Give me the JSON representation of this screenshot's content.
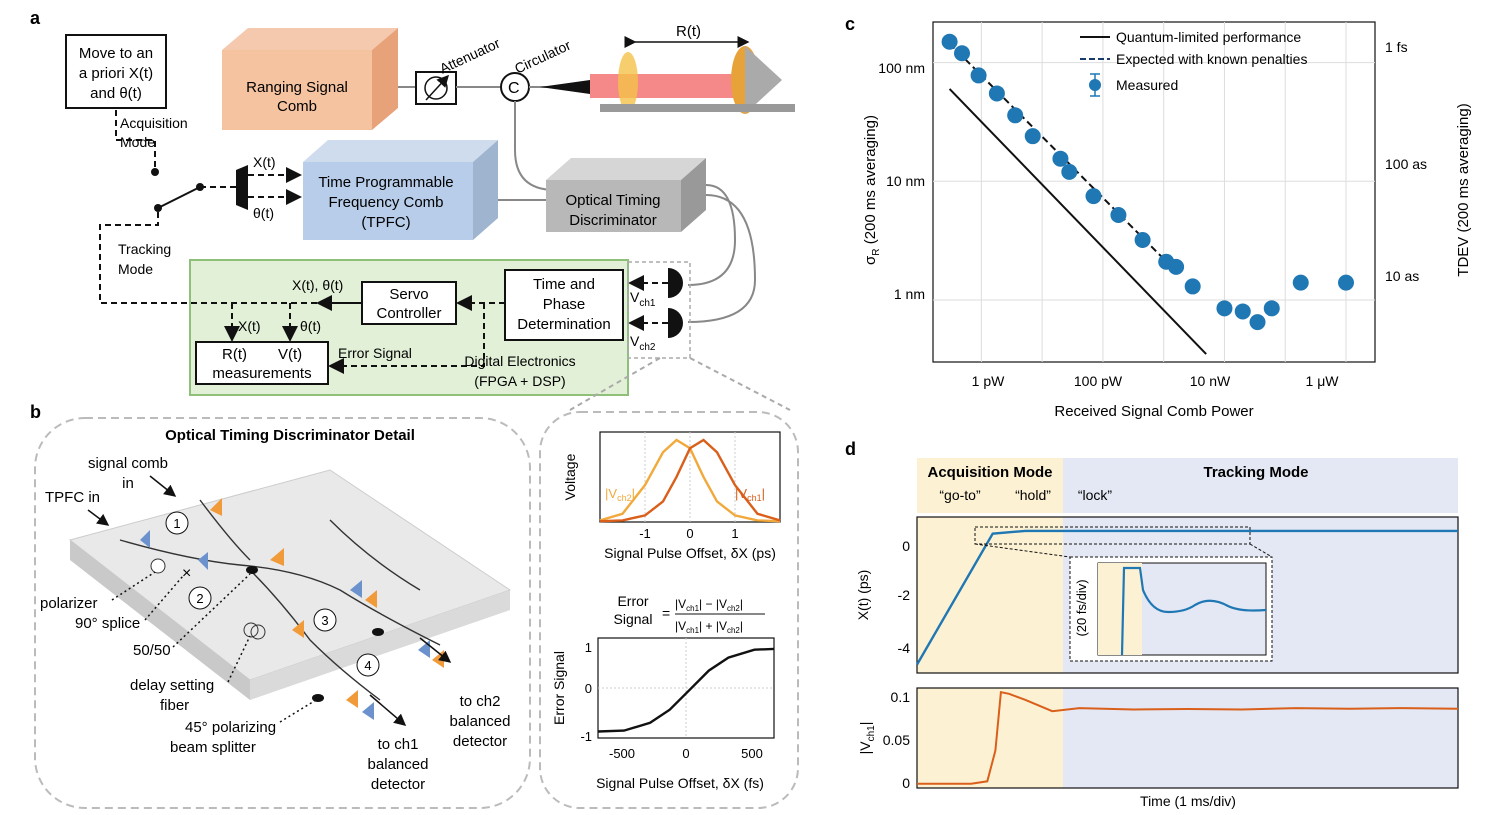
{
  "panels": {
    "a": "a",
    "b": "b",
    "c": "c",
    "d": "d"
  },
  "a": {
    "move_line1": "Move to an",
    "move_line2": "a priori X(t)",
    "move_line3": "and θ(t)",
    "acq1": "Acquisition",
    "acq2": "Mode",
    "track1": "Tracking",
    "track2": "Mode",
    "ranging1": "Ranging Signal",
    "ranging2": "Comb",
    "attenuator": "Attenuator",
    "circulator": "Circulator",
    "range": "R(t)",
    "tpfc1": "Time Programmable",
    "tpfc2": "Frequency Comb",
    "tpfc3": "(TPFC)",
    "otd1": "Optical Timing",
    "otd2": "Discriminator",
    "x": "X(t)",
    "theta": "θ(t)",
    "xtheta": "X(t), θ(t)",
    "servo1": "Servo",
    "servo2": "Controller",
    "tp1": "Time and",
    "tp2": "Phase",
    "tp3": "Determination",
    "vch1": "V",
    "vch1_sub": "ch1",
    "vch2": "V",
    "vch2_sub": "ch2",
    "xt": "X(t)",
    "thetat": "θ(t)",
    "rt": "R(t)",
    "vt": "V(t)",
    "meas": "measurements",
    "error": "Error Signal",
    "de1": "Digital Electronics",
    "de2": "(FPGA + DSP)"
  },
  "b": {
    "title": "Optical Timing Discriminator Detail",
    "signal1": "signal comb",
    "signal2": "in",
    "tpfc_in": "TPFC in",
    "polarizer": "polarizer",
    "splice": "90° splice",
    "fifty": "50/50",
    "delay1": "delay setting",
    "delay2": "fiber",
    "pbs1": "45° polarizing",
    "pbs2": "beam splitter",
    "ch1_1": "to ch1",
    "ch1_2": "balanced",
    "ch1_3": "detector",
    "ch2_1": "to ch2",
    "ch2_2": "balanced",
    "ch2_3": "detector",
    "n1": "1",
    "n2": "2",
    "n3": "3",
    "n4": "4",
    "volt_ylabel": "Voltage",
    "volt_xlabel": "Signal Pulse Offset, δX (ps)",
    "volt_ticks": [
      "-1",
      "0",
      "1"
    ],
    "lab_vch2": "|V",
    "lab_vch2_sub": "ch2",
    "lab_vch1": "|V",
    "lab_vch1_sub": "ch1",
    "err_eq_left1": "Error",
    "err_eq_left2": "Signal",
    "err_num": "|V",
    "err_ylabel": "Error Signal",
    "err_xlabel": "Signal Pulse Offset, δX (fs)",
    "err_xticks": [
      "-500",
      "0",
      "500"
    ],
    "err_yticks": [
      "1",
      "0",
      "-1"
    ]
  },
  "c": {
    "ylabel": "σ",
    "ylabel_sub": "R",
    "ylabel_rest": " (200 ms averaging)",
    "ylabel2": "TDEV (200 ms averaging)",
    "xlabel": "Received Signal Comb Power",
    "yticks": [
      "100 nm",
      "10 nm",
      "1 nm"
    ],
    "y2ticks": [
      "1 fs",
      "100 as",
      "10 as"
    ],
    "xticks": [
      "1 pW",
      "100 pW",
      "10 nW",
      "1 μW"
    ],
    "legend": [
      "Quantum-limited performance",
      "Expected with known penalties",
      "Measured"
    ]
  },
  "d": {
    "acq": "Acquisition Mode",
    "track": "Tracking Mode",
    "goto": "“go-to”",
    "hold": "“hold”",
    "lock": "“lock”",
    "ylabel_top": "X(t) (ps)",
    "ylabel_inset": "(20 fs/div)",
    "ylabel_bot": "|V",
    "ylabel_bot_sub": "ch1",
    "ylabel_bot_end": "|",
    "yticks_top": [
      "0",
      "-2",
      "-4"
    ],
    "yticks_bot": [
      "0.1",
      "0.05",
      "0"
    ],
    "xlabel": "Time (1 ms/div)"
  },
  "colors": {
    "accent": "#1f77b4",
    "orange": "#e8a27a",
    "blue_box": "#b7cdea",
    "green_bg": "#e3f0d8",
    "green_border": "#8fc07a",
    "gray_box": "#b8b8b8",
    "acq_bg": "#fdf1d4",
    "track_bg": "#e3e8f4",
    "vch1_line": "#d95f1a",
    "vch2_line": "#f2a93b"
  },
  "chart_data": [
    {
      "type": "scatter",
      "title": "",
      "xlabel": "Received Signal Comb Power",
      "ylabel": "σR (200 ms averaging)",
      "ylabel_right": "TDEV (200 ms averaging)",
      "x_scale": "log",
      "y_scale": "log",
      "x_unit": "W",
      "xlim": [
        1.6e-13,
        3e-06
      ],
      "ylim": [
        0.3,
        220
      ],
      "series": [
        {
          "name": "Measured",
          "x": [
            3e-13,
            4.8e-13,
            9e-13,
            1.8e-12,
            3.6e-12,
            7e-12,
            2e-11,
            2.8e-11,
            7e-11,
            1.8e-10,
            4.5e-10,
            1.1e-09,
            1.6e-09,
            3e-09,
            1e-08,
            2e-08,
            3.5e-08,
            6e-08,
            1.8e-07,
            1e-06
          ],
          "y": [
            150,
            120,
            78,
            55,
            36,
            24,
            15.5,
            12,
            7.5,
            5.2,
            3.2,
            2.1,
            1.9,
            1.3,
            0.85,
            0.8,
            0.65,
            0.85,
            1.4,
            1.4
          ]
        },
        {
          "name": "Quantum-limited performance",
          "x": [
            3e-13,
            5e-09
          ],
          "y": [
            60,
            0.35
          ]
        },
        {
          "name": "Expected with known penalties",
          "x": [
            3e-13,
            1.5e-09
          ],
          "y": [
            145,
            1.8
          ]
        }
      ]
    },
    {
      "type": "line",
      "xlabel": "Signal Pulse Offset, δX (ps)",
      "ylabel": "Voltage",
      "xlim": [
        -2,
        2
      ],
      "series": [
        {
          "name": "|Vch2|",
          "x": [
            -2,
            -1.5,
            -1,
            -0.6,
            -0.3,
            0,
            0.3,
            0.6,
            1,
            1.5,
            2
          ],
          "y": [
            0.02,
            0.1,
            0.45,
            0.85,
            1,
            0.9,
            0.55,
            0.25,
            0.08,
            0.02,
            0.01
          ]
        },
        {
          "name": "|Vch1|",
          "x": [
            -2,
            -1.5,
            -1,
            -0.6,
            -0.3,
            0,
            0.3,
            0.6,
            1,
            1.5,
            2
          ],
          "y": [
            0.01,
            0.02,
            0.08,
            0.25,
            0.55,
            0.9,
            1,
            0.85,
            0.45,
            0.1,
            0.02
          ]
        }
      ]
    },
    {
      "type": "line",
      "xlabel": "Signal Pulse Offset, δX (fs)",
      "ylabel": "Error Signal",
      "xlim": [
        -700,
        650
      ],
      "ylim": [
        -1.1,
        1.2
      ],
      "series": [
        {
          "name": "Error",
          "x": [
            -700,
            -500,
            -300,
            -150,
            0,
            150,
            300,
            500,
            650
          ],
          "y": [
            -0.95,
            -0.93,
            -0.75,
            -0.45,
            0,
            0.45,
            0.75,
            0.93,
            0.95
          ]
        }
      ]
    },
    {
      "type": "line",
      "xlabel": "Time (1 ms/div)",
      "ylabel": "X(t) (ps)",
      "ylim": [
        -4.8,
        0.8
      ],
      "series": [
        {
          "name": "X(t)",
          "x": [
            0,
            1.4,
            2,
            3.5,
            10
          ],
          "y": [
            -4.5,
            0.2,
            0.3,
            0.3,
            0.3
          ]
        }
      ]
    },
    {
      "type": "line",
      "xlabel": "Time (1 ms/div)",
      "ylabel": "|Vch1|",
      "ylim": [
        -0.005,
        0.115
      ],
      "series": [
        {
          "name": "|Vch1|",
          "x": [
            0,
            1,
            1.3,
            1.45,
            1.55,
            1.7,
            2,
            2.5,
            3,
            4,
            5,
            6,
            7,
            8,
            9,
            10
          ],
          "y": [
            0,
            0,
            0.003,
            0.04,
            0.11,
            0.108,
            0.1,
            0.088,
            0.09,
            0.09,
            0.089,
            0.09,
            0.09,
            0.091,
            0.09,
            0.091
          ]
        }
      ]
    }
  ]
}
